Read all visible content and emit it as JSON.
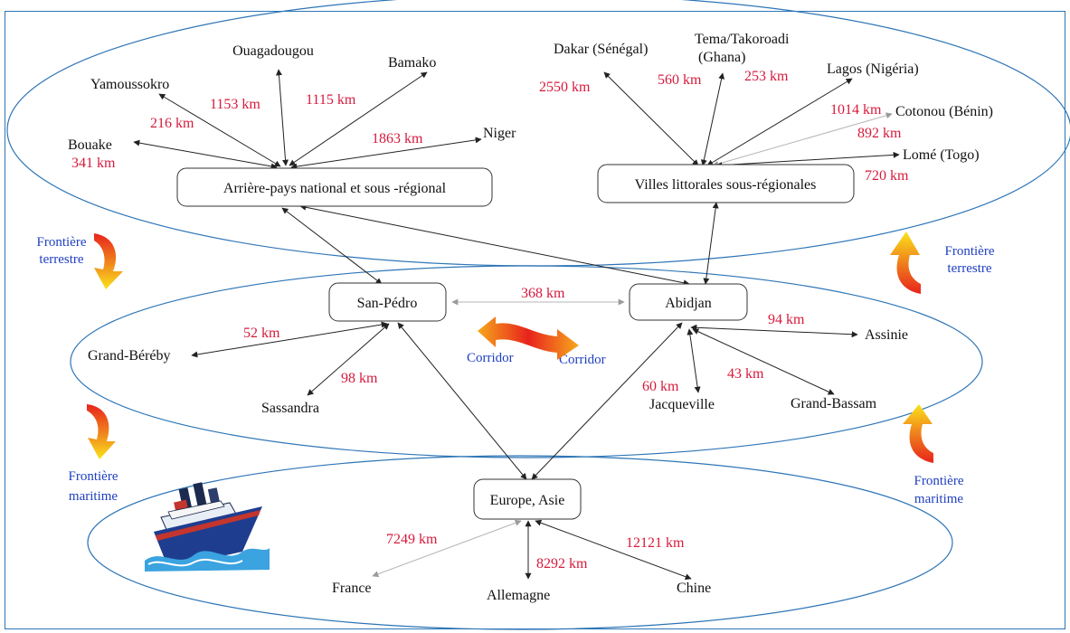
{
  "nodes": {
    "arriere_pays": "Arrière-pays national et sous -régional",
    "villes_littorales": "Villes littorales sous-régionales",
    "san_pedro": "San-Pédro",
    "abidjan": "Abidjan",
    "europe_asie": "Europe, Asie"
  },
  "places": {
    "ouagadougou": "Ouagadougou",
    "bamako": "Bamako",
    "yamoussokro": "Yamoussokro",
    "bouake": "Bouake",
    "niger": "Niger",
    "dakar": "Dakar (Sénégal)",
    "tema_line1": "Tema/Takoroadi",
    "tema_line2": "(Ghana)",
    "lagos": "Lagos (Nigéria)",
    "cotonou": "Cotonou (Bénin)",
    "lome": "Lomé (Togo)",
    "grand_bereby": "Grand-Béréby",
    "sassandra": "Sassandra",
    "assinie": "Assinie",
    "jacqueville": "Jacqueville",
    "grand_bassam": "Grand-Bassam",
    "france": "France",
    "allemagne": "Allemagne",
    "chine": "Chine"
  },
  "distances": {
    "ouagadougou": "1153 km",
    "bamako": "1115 km",
    "yamoussokro": "216 km",
    "bouake": "341 km",
    "niger": "1863 km",
    "dakar": "2550 km",
    "tema": "560 km",
    "lagos": "253 km",
    "cotonou_a": "1014 km",
    "cotonou_b": "892 km",
    "lome": "720 km",
    "san_pedro_abidjan": "368 km",
    "grand_bereby": "52 km",
    "sassandra": "98 km",
    "assinie": "94 km",
    "jacqueville": "60 km",
    "grand_bassam": "43 km",
    "france": "7249 km",
    "allemagne": "8292 km",
    "chine": "12121 km"
  },
  "labels": {
    "frontiere_terrestre": [
      "Frontière",
      "terrestre"
    ],
    "frontiere_maritime": [
      "Frontière",
      "maritime"
    ],
    "corridor": "Corridor"
  },
  "colors": {
    "zone_outline": "#2e75b6",
    "distance_text": "#d61a3c",
    "label_blue": "#1f3fbf",
    "arrow_gradient": [
      "#e8231c",
      "#f6a81c",
      "#fbe31c"
    ]
  },
  "icons": [
    "ship-icon",
    "curved-arrow-icon",
    "double-arrow-icon"
  ]
}
